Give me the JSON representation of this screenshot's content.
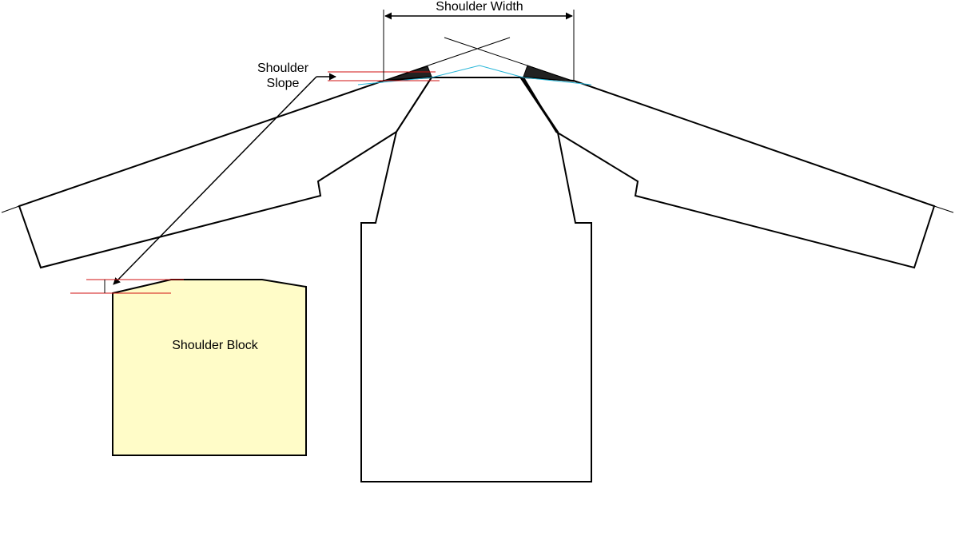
{
  "labels": {
    "shoulder_width": "Shoulder Width",
    "shoulder_slope_line1": "Shoulder",
    "shoulder_slope_line2": "Slope",
    "shoulder_block": "Shoulder Block"
  },
  "colors": {
    "outline": "#000000",
    "guide_red": "#d01010",
    "guide_cyan": "#29b6d8",
    "block_fill": "#fffcc8",
    "wedge_fill": "#222222",
    "background": "#ffffff"
  }
}
